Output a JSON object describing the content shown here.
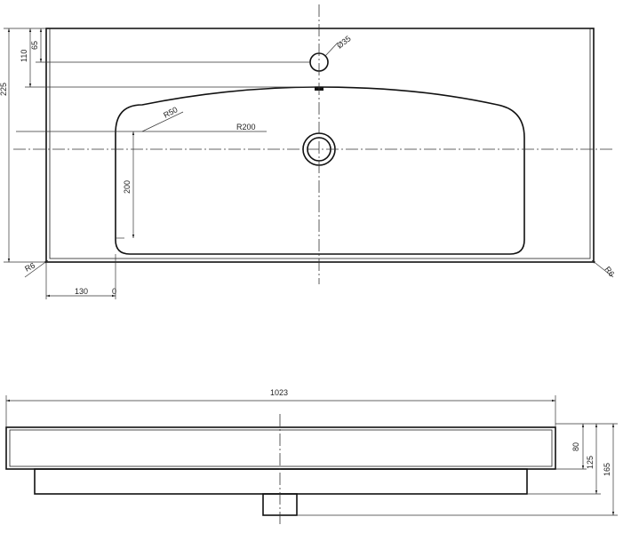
{
  "top_view": {
    "dims": {
      "d65": "65",
      "d110": "110",
      "d225": "225",
      "d35": "Ø35",
      "r50": "R50",
      "r200": "R200",
      "d200": "200",
      "r6_left": "R6",
      "r6_right": "R6",
      "d130": "130",
      "d0": "0"
    }
  },
  "side_view": {
    "dims": {
      "width": "1023",
      "d80": "80",
      "d125": "125",
      "d165": "165"
    }
  }
}
